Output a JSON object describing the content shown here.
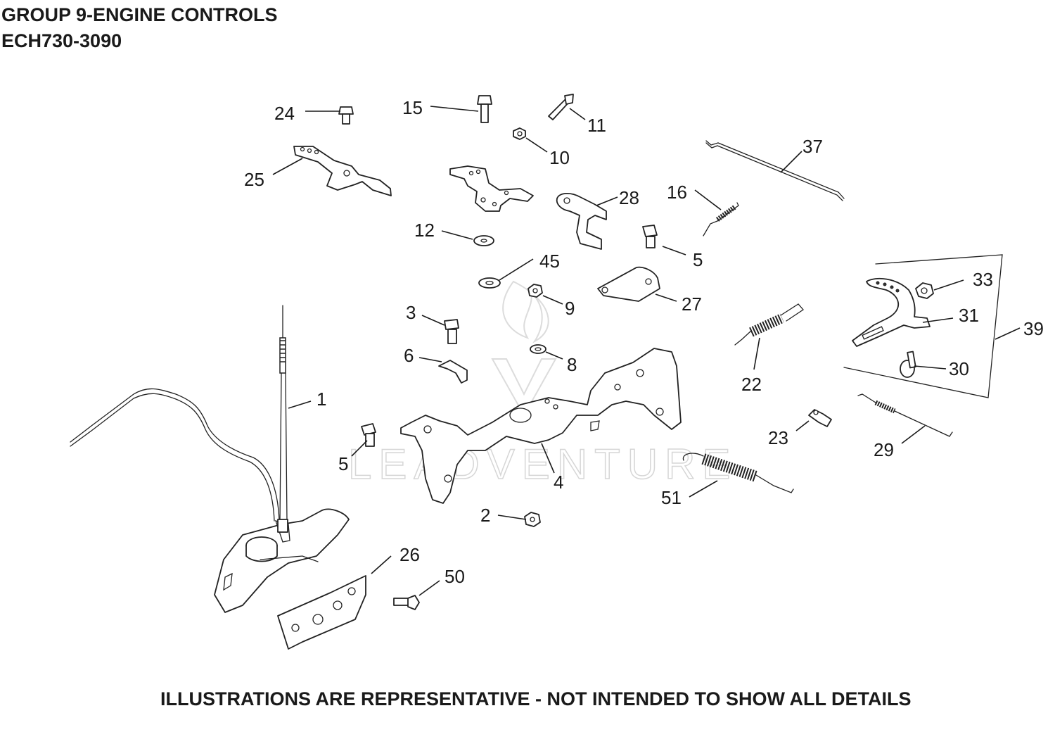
{
  "header": {
    "title": "GROUP 9-ENGINE CONTROLS",
    "model": "ECH730-3090"
  },
  "footer": {
    "note": "ILLUSTRATIONS ARE REPRESENTATIVE - NOT INTENDED TO SHOW ALL DETAILS"
  },
  "watermark": {
    "text": "LEADVENTURE"
  },
  "callouts": {
    "c24": "24",
    "c15": "15",
    "c11": "11",
    "c10": "10",
    "c37": "37",
    "c25": "25",
    "c28": "28",
    "c16": "16",
    "c12": "12",
    "c5a": "5",
    "c45": "45",
    "c33": "33",
    "c9": "9",
    "c27": "27",
    "c31": "31",
    "c39": "39",
    "c3": "3",
    "c6": "6",
    "c8": "8",
    "c22": "22",
    "c30": "30",
    "c1": "1",
    "c5b": "5",
    "c23": "23",
    "c29": "29",
    "c4": "4",
    "c51": "51",
    "c2": "2",
    "c26": "26",
    "c50": "50"
  }
}
